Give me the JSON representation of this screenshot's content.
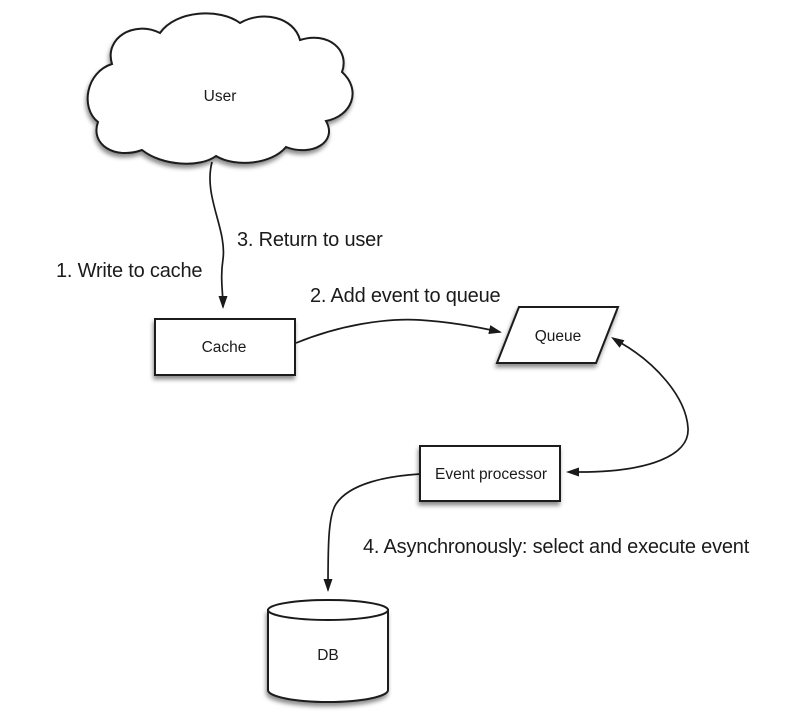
{
  "diagram": {
    "type": "flow-diagram",
    "background": "#ffffff",
    "colors": {
      "shape_fill": "#ffffff",
      "stroke": "#1a1a1a",
      "text": "#1b1b1b",
      "shadow": "rgba(0,0,0,0.45)"
    },
    "nodes": {
      "user": {
        "label": "User",
        "shape": "cloud"
      },
      "cache": {
        "label": "Cache",
        "shape": "rectangle"
      },
      "queue": {
        "label": "Queue",
        "shape": "parallelogram"
      },
      "event_processor": {
        "label": "Event processor",
        "shape": "rectangle"
      },
      "db": {
        "label": "DB",
        "shape": "cylinder"
      }
    },
    "edges": [
      {
        "from": "user",
        "to": "cache",
        "label": "1. Write to cache",
        "direction": "one-way"
      },
      {
        "from": "cache",
        "to": "queue",
        "label": "2. Add event to queue",
        "direction": "one-way"
      },
      {
        "from": "cache",
        "to": "user",
        "label": "3. Return to user",
        "direction": "one-way"
      },
      {
        "from": "queue",
        "to": "event_processor",
        "label": "4. Asynchronously: select and execute event",
        "direction": "two-way"
      },
      {
        "from": "event_processor",
        "to": "db",
        "label": "",
        "direction": "one-way"
      }
    ]
  }
}
